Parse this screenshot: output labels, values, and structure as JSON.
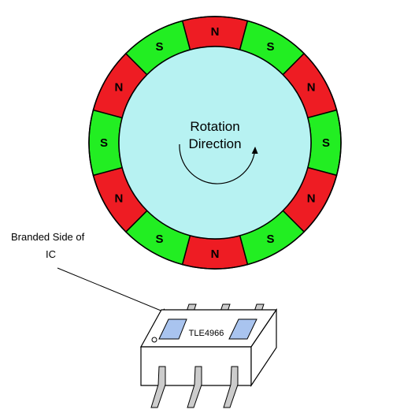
{
  "magnet_ring": {
    "segments": [
      {
        "pole": "N"
      },
      {
        "pole": "S"
      },
      {
        "pole": "N"
      },
      {
        "pole": "S"
      },
      {
        "pole": "N"
      },
      {
        "pole": "S"
      },
      {
        "pole": "N"
      },
      {
        "pole": "S"
      },
      {
        "pole": "N"
      },
      {
        "pole": "S"
      },
      {
        "pole": "N"
      },
      {
        "pole": "S"
      }
    ],
    "colors": {
      "N": "#ee1c23",
      "S": "#22ee22",
      "center": "#b7f2f2",
      "outline": "#000000"
    }
  },
  "rotation_label": {
    "line1": "Rotation",
    "line2": "Direction"
  },
  "branded_label": {
    "line1": "Branded Side of",
    "line2": "IC"
  },
  "ic": {
    "marking": "TLE4966",
    "window_color": "#a9c4ef"
  }
}
